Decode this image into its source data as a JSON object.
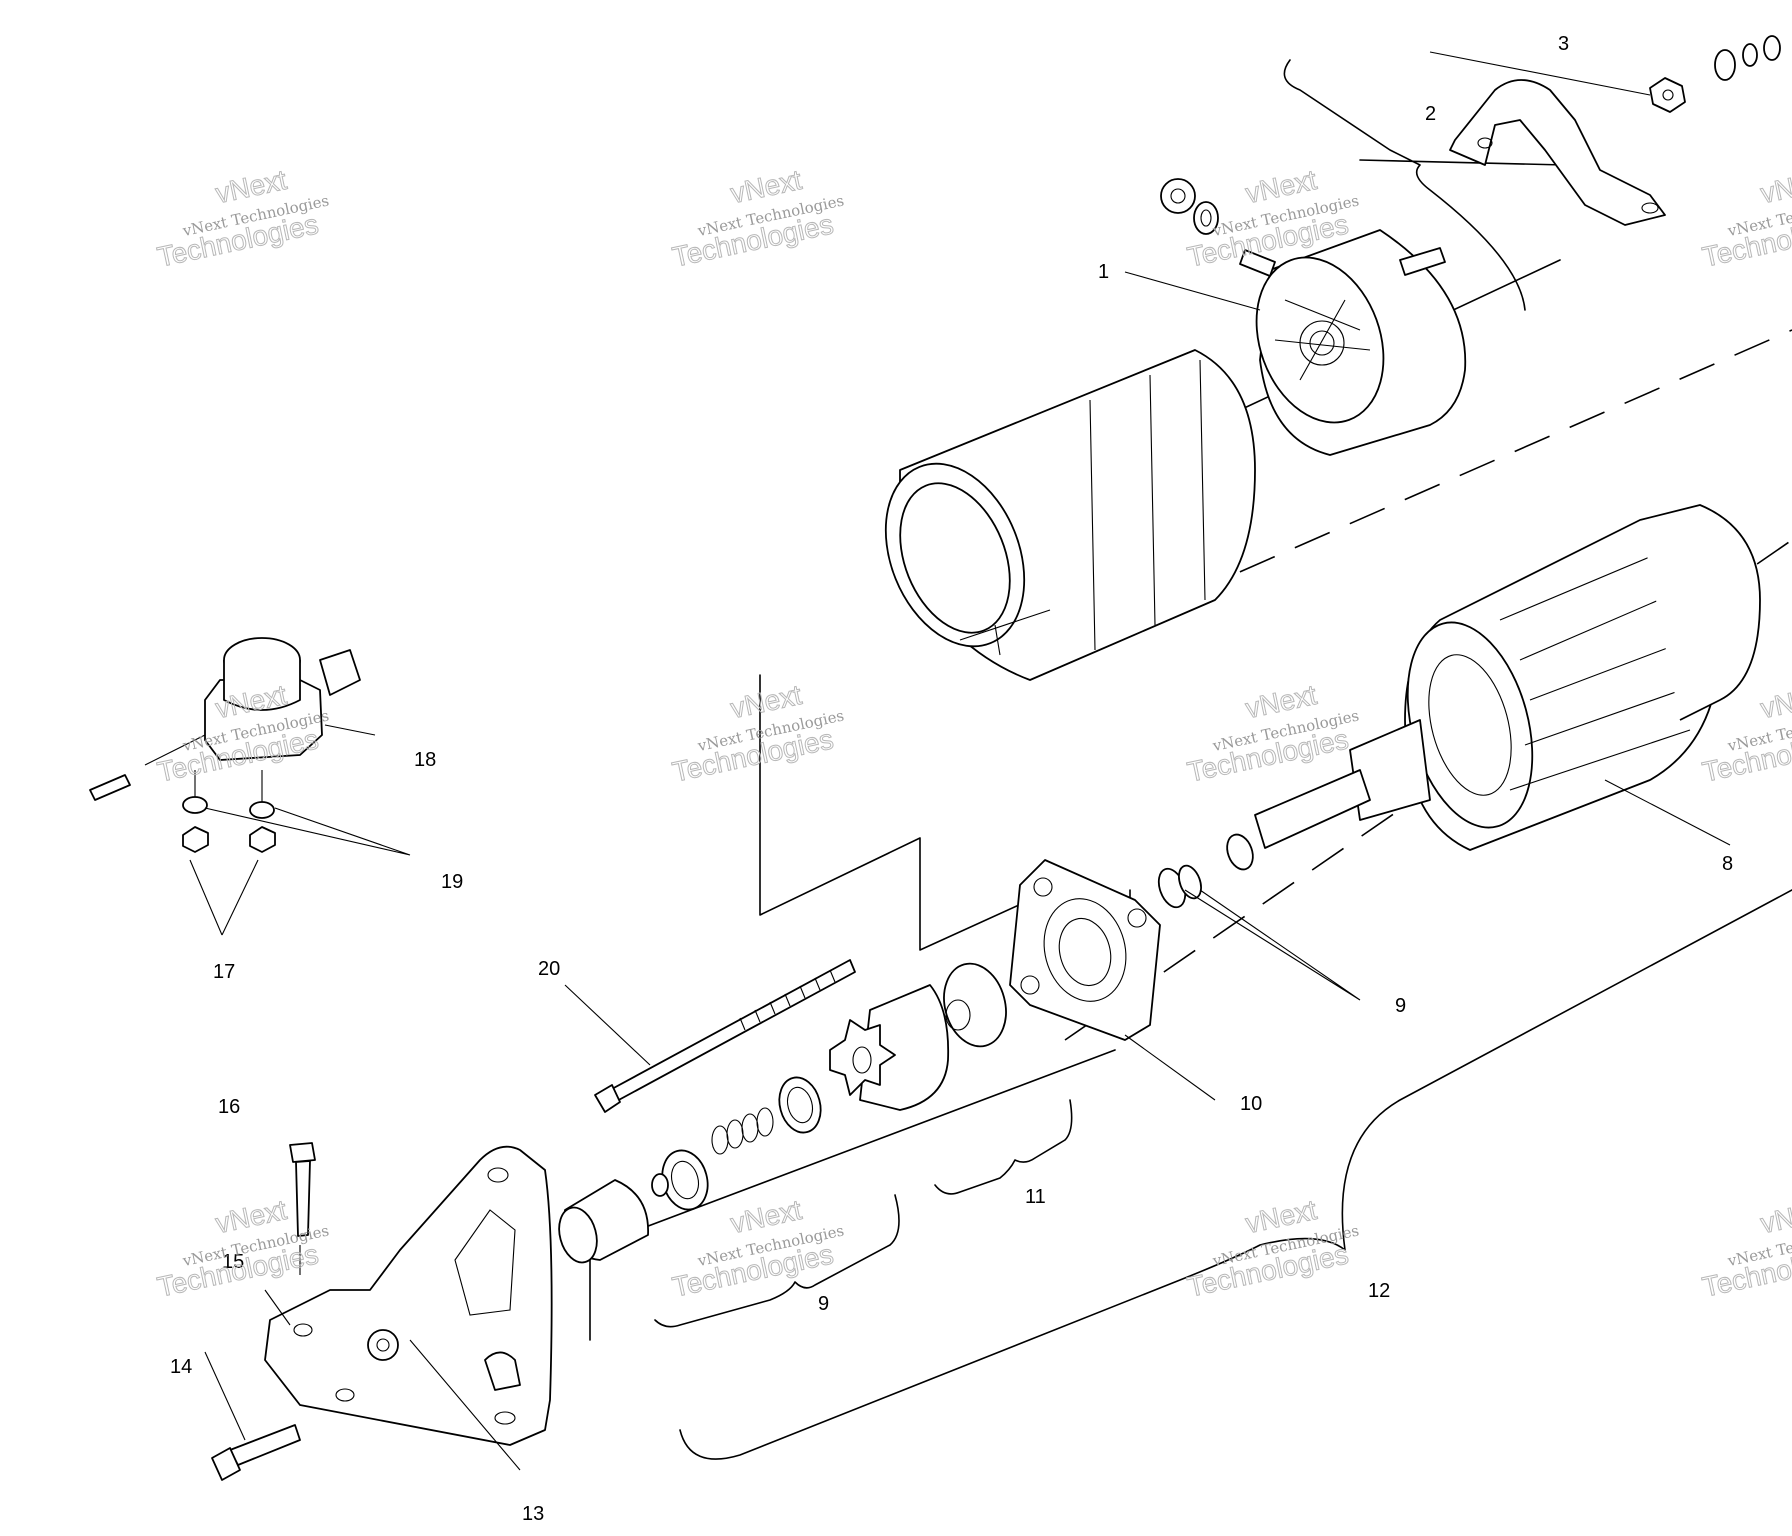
{
  "watermark": {
    "line1": "vNext",
    "line2": "vNext Technologies",
    "line3": "Technologies"
  },
  "callouts": {
    "c1": "1",
    "c2": "2",
    "c3": "3",
    "c8": "8",
    "c9a": "9",
    "c9b": "9",
    "c10": "10",
    "c11": "11",
    "c12": "12",
    "c13": "13",
    "c14": "14",
    "c15": "15",
    "c16": "16",
    "c17": "17",
    "c18": "18",
    "c19": "19",
    "c20": "20"
  }
}
